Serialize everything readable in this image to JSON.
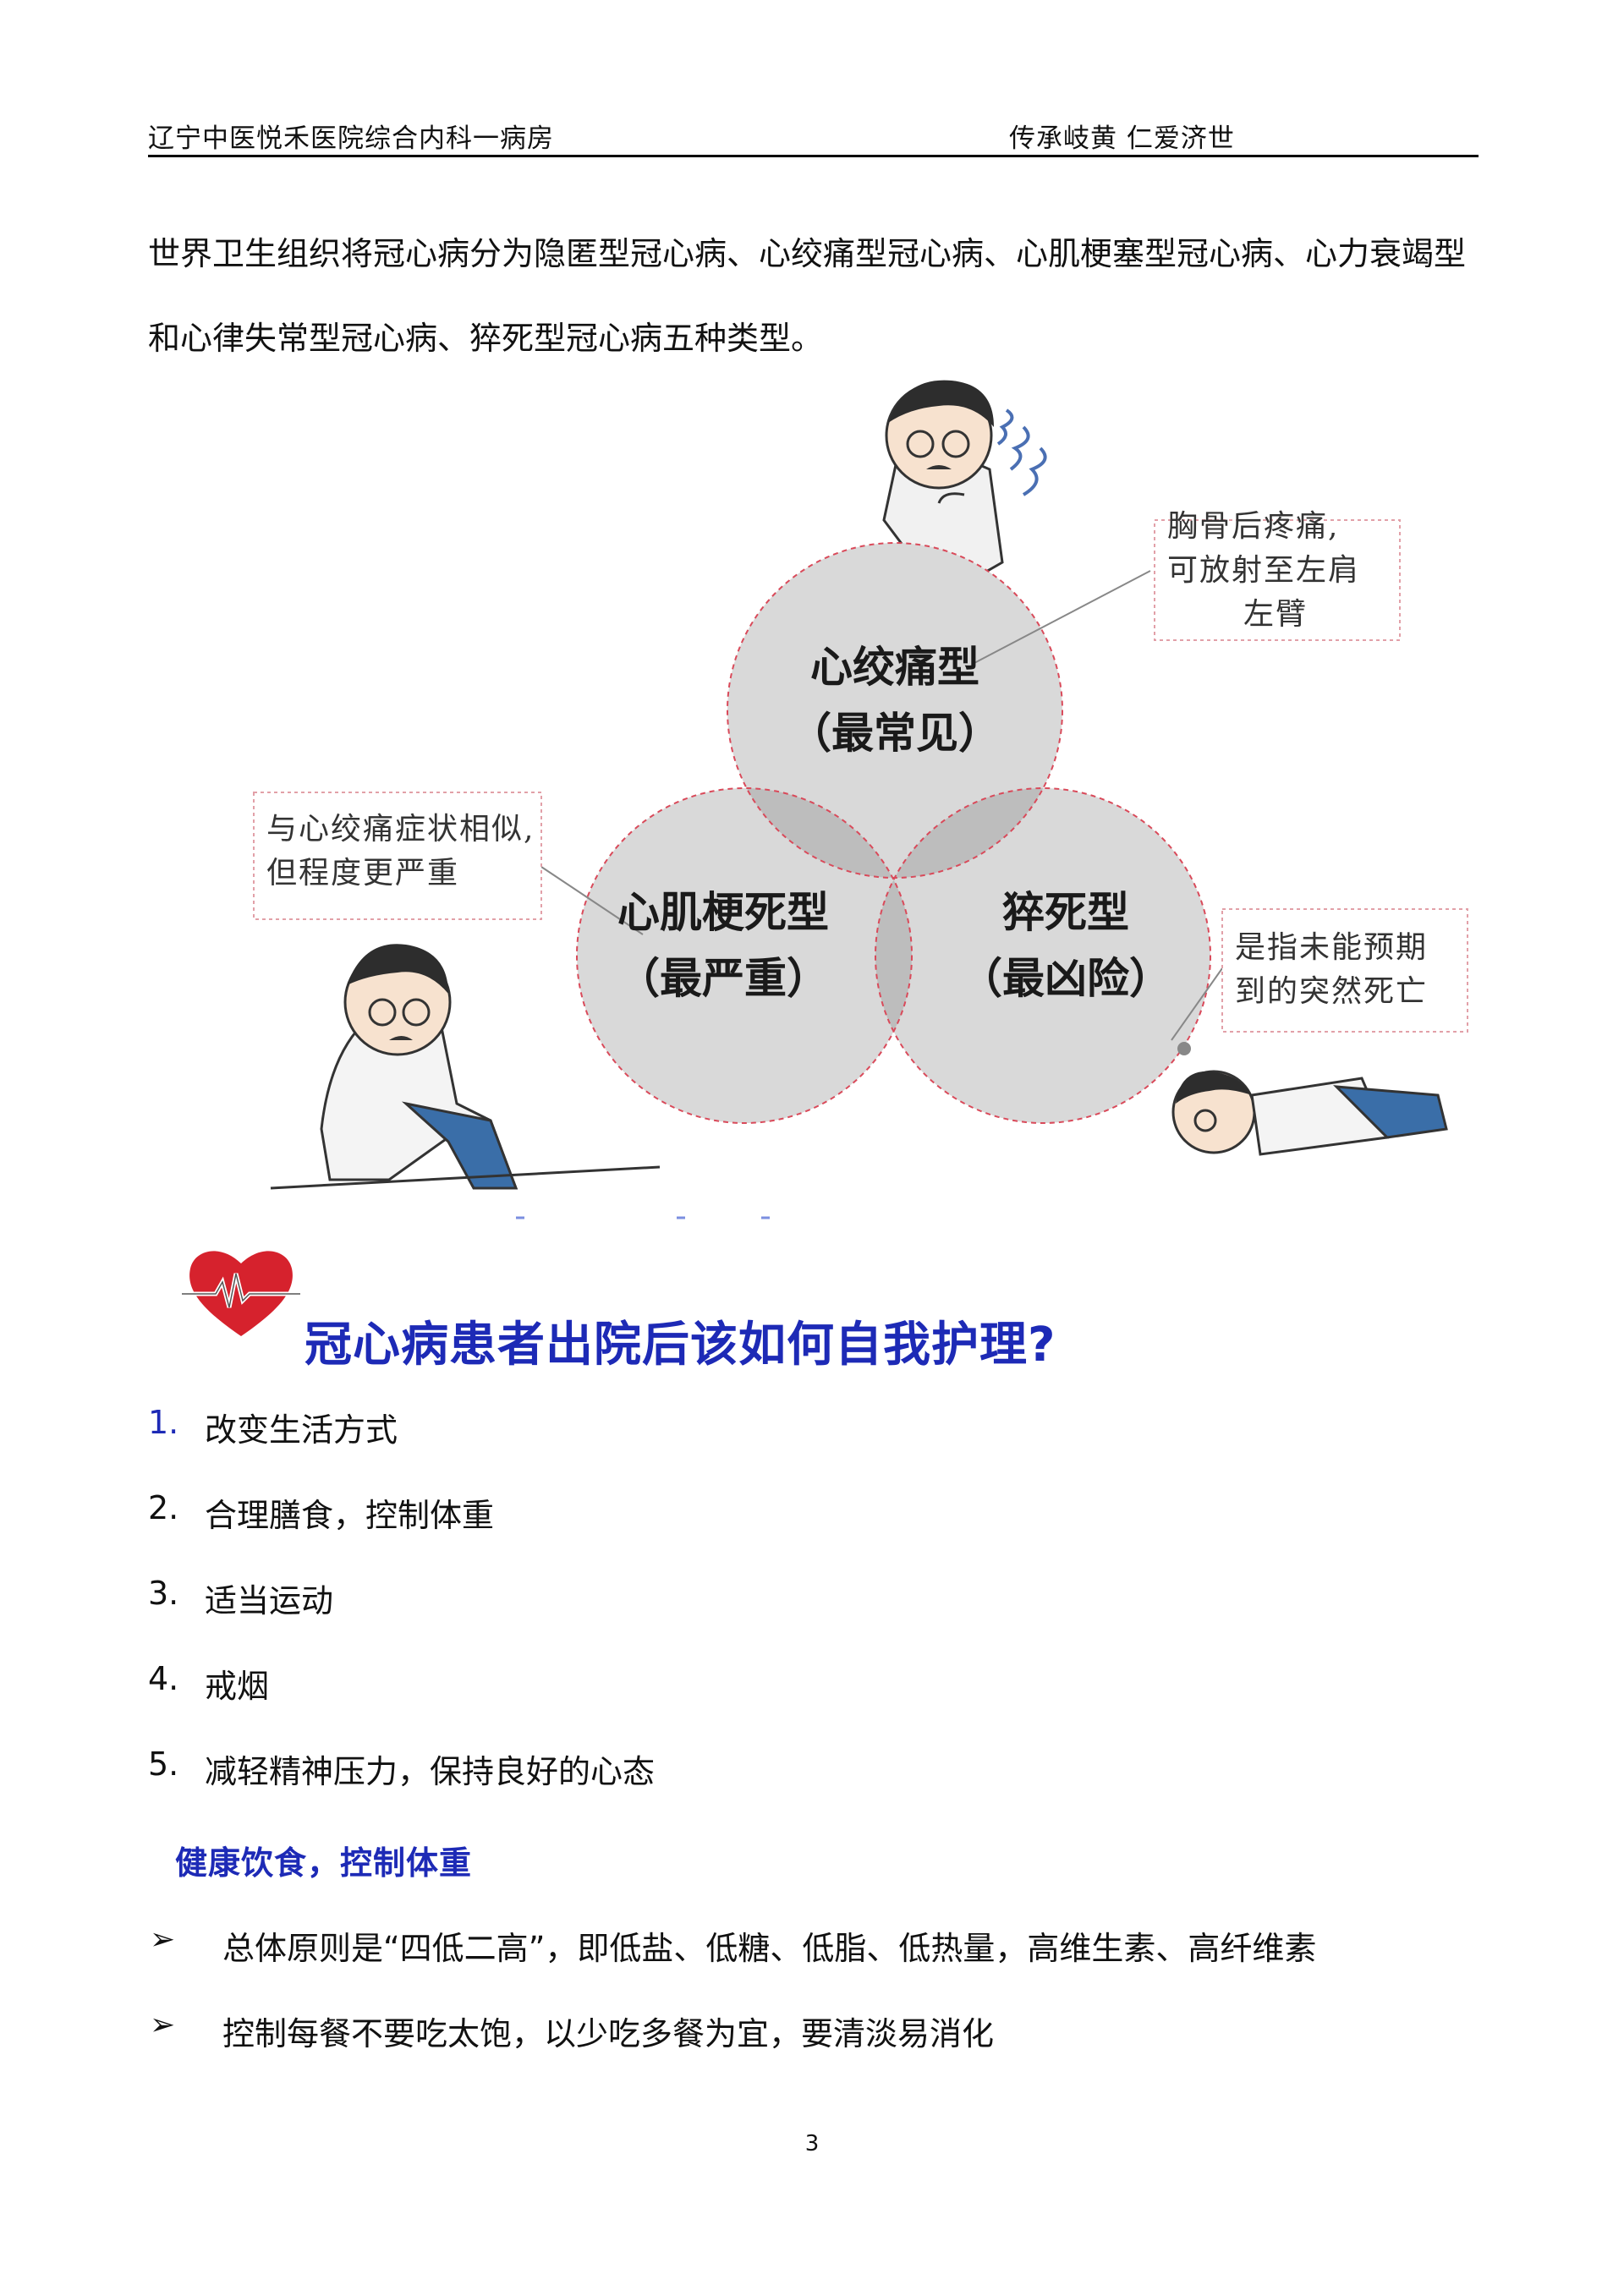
{
  "header": {
    "left": "辽宁中医悦禾医院综合内科一病房",
    "right": "传承岐黄  仁爱济世"
  },
  "intro": "世界卫生组织将冠心病分为隐匿型冠心病、心绞痛型冠心病、心肌梗塞型冠心病、心力衰竭型和心律失常型冠心病、猝死型冠心病五种类型。",
  "diagram": {
    "top_circle": {
      "line1": "心绞痛型",
      "line2": "（最常见）"
    },
    "left_circle": {
      "line1": "心肌梗死型",
      "line2": "（最严重）"
    },
    "right_circle": {
      "line1": "猝死型",
      "line2": "（最凶险）"
    },
    "callout_top": {
      "line1": "胸骨后疼痛,",
      "line2": "可放射至左肩",
      "line3": "左臂"
    },
    "callout_left": {
      "line1": "与心绞痛症状相似,",
      "line2": "但程度更严重"
    },
    "callout_right": {
      "line1": "是指未能预期",
      "line2": "到的突然死亡"
    },
    "colors": {
      "circle_fill": "#d6d6d6",
      "overlap": "#b5b5b5",
      "dash": "#d94a5a"
    }
  },
  "section": {
    "title": "冠心病患者出院后该如何自我护理?",
    "title_color": "#1d2ab6",
    "icon": "heart-ecg-icon"
  },
  "steps": [
    {
      "num": "1.",
      "text": "改变生活方式"
    },
    {
      "num": "2.",
      "text": "合理膳食，控制体重"
    },
    {
      "num": "3.",
      "text": "适当运动"
    },
    {
      "num": "4.",
      "text": "戒烟"
    },
    {
      "num": "5.",
      "text": "减轻精神压力，保持良好的心态"
    }
  ],
  "subhead": "健康饮食，控制体重",
  "bullets": [
    {
      "mark": "➢",
      "text": "总体原则是“四低二高”，即低盐、低糖、低脂、低热量，高维生素、高纤维素"
    },
    {
      "mark": "➢",
      "text": "控制每餐不要吃太饱，以少吃多餐为宜，要清淡易消化"
    }
  ],
  "page_number": "3"
}
